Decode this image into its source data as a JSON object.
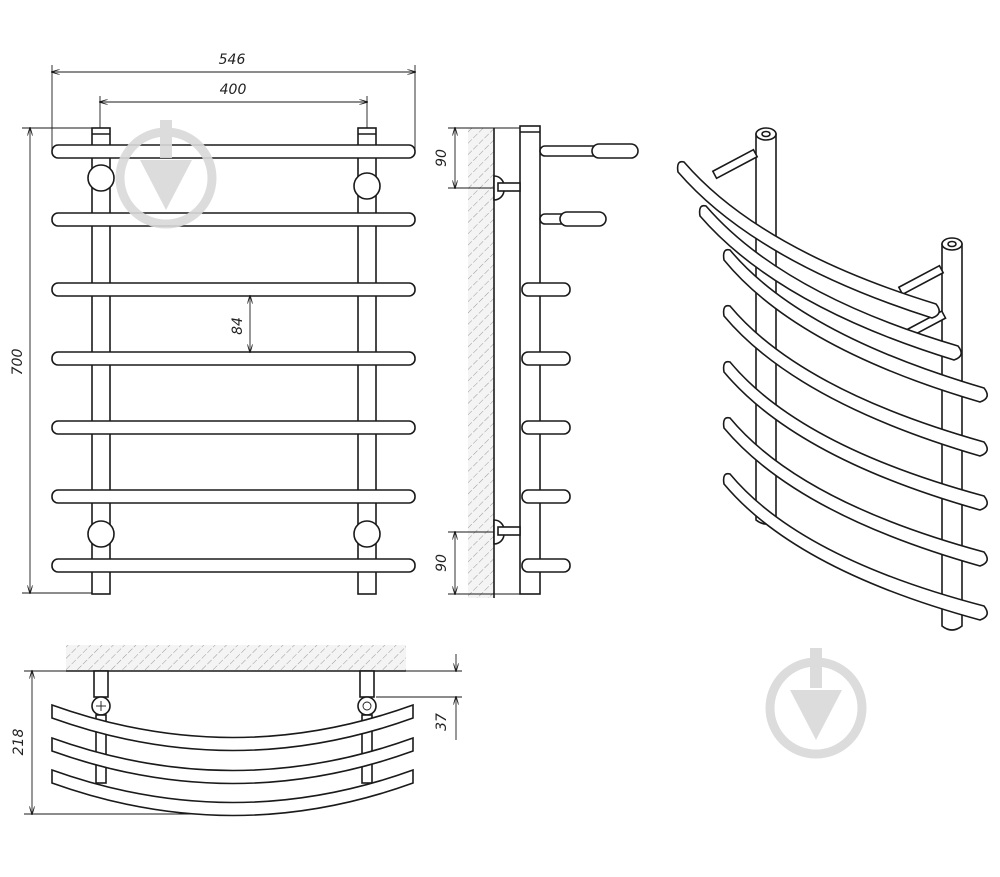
{
  "dimensions": {
    "overall_width": "546",
    "mount_spacing": "400",
    "overall_height": "700",
    "rail_spacing": "84",
    "side_top_offset": "90",
    "side_bottom_offset": "90",
    "plan_depth": "218",
    "plan_offset": "37"
  },
  "colors": {
    "line": "#1a1a1a",
    "watermark": "#d9d9d9",
    "background": "#ffffff"
  },
  "watermark": {
    "icon": "download-arrow-icon"
  }
}
